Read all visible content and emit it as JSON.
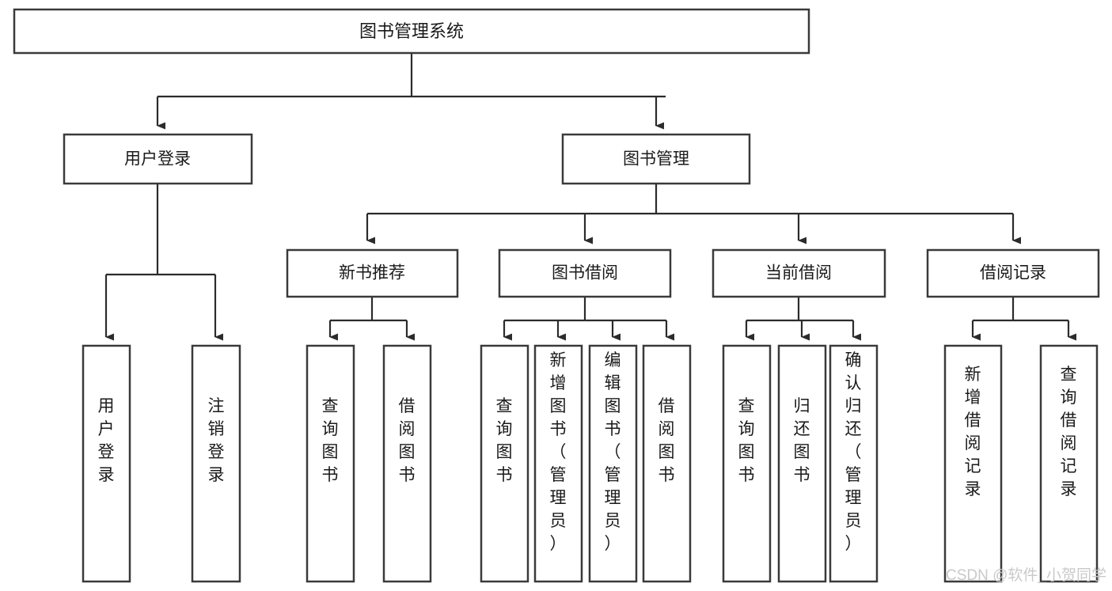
{
  "diagram": {
    "type": "tree-hierarchy",
    "title": "图书管理系统",
    "orientation": "top-down",
    "colors": {
      "box_stroke": "#3a3a3a",
      "box_fill": "#ffffff",
      "connector": "#2b2b2b",
      "text": "#1a1a1a",
      "watermark": "#c9c9c9",
      "background": "#ffffff"
    },
    "root": {
      "label": "图书管理系统"
    },
    "level2": [
      {
        "id": "user-login",
        "label": "用户登录"
      },
      {
        "id": "book-manage",
        "label": "图书管理"
      }
    ],
    "level3": [
      {
        "id": "new-book-recommend",
        "label": "新书推荐",
        "parent": "book-manage"
      },
      {
        "id": "book-borrow",
        "label": "图书借阅",
        "parent": "book-manage"
      },
      {
        "id": "current-borrow",
        "label": "当前借阅",
        "parent": "book-manage"
      },
      {
        "id": "borrow-record",
        "label": "借阅记录",
        "parent": "book-manage"
      }
    ],
    "leaves": {
      "user-login": [
        {
          "id": "leaf-user-login",
          "label": "用户登录"
        },
        {
          "id": "leaf-logout",
          "label": "注销登录"
        }
      ],
      "new-book-recommend": [
        {
          "id": "leaf-query-book-1",
          "label": "查询图书"
        },
        {
          "id": "leaf-borrow-book-1",
          "label": "借阅图书"
        }
      ],
      "book-borrow": [
        {
          "id": "leaf-query-book-2",
          "label": "查询图书"
        },
        {
          "id": "leaf-add-book",
          "label": "新增图书（管理员）"
        },
        {
          "id": "leaf-edit-book",
          "label": "编辑图书（管理员）"
        },
        {
          "id": "leaf-borrow-book-2",
          "label": "借阅图书"
        }
      ],
      "current-borrow": [
        {
          "id": "leaf-query-book-3",
          "label": "查询图书"
        },
        {
          "id": "leaf-return-book",
          "label": "归还图书"
        },
        {
          "id": "leaf-confirm-return",
          "label": "确认归还（管理员）"
        }
      ],
      "borrow-record": [
        {
          "id": "leaf-add-record",
          "label": "新增借阅记录"
        },
        {
          "id": "leaf-query-record",
          "label": "查询借阅记录"
        }
      ]
    }
  },
  "watermark": {
    "text": "CSDN @软件_小贺同学"
  }
}
